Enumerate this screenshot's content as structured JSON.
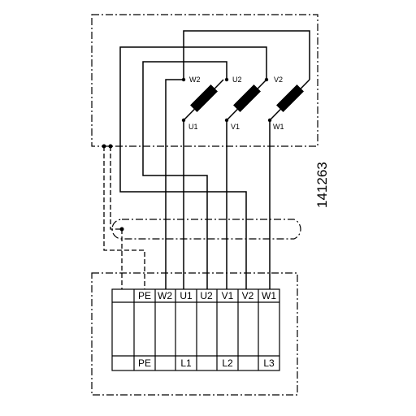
{
  "motor": {
    "top_terminals": [
      "W2",
      "U2",
      "V2"
    ],
    "bottom_terminals": [
      "U1",
      "V1",
      "W1"
    ]
  },
  "terminal_block": {
    "top_labels": [
      "",
      "PE",
      "W2",
      "U1",
      "U2",
      "V1",
      "V2",
      "W1"
    ],
    "bottom_labels": [
      "",
      "PE",
      "",
      "L1",
      "",
      "L2",
      "",
      "L3"
    ]
  },
  "drawing_number": "141263"
}
